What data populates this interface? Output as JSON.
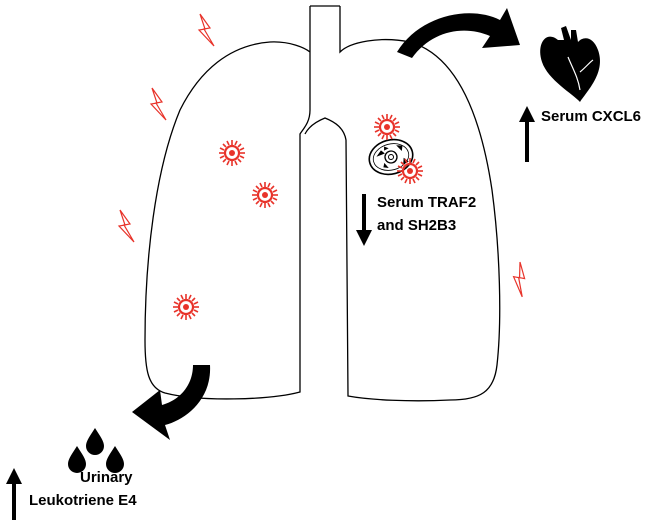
{
  "colors": {
    "outline": "#000000",
    "pathogen": "#e8332a",
    "arrow": "#000000"
  },
  "labels": {
    "serum_cxcl6": "Serum CXCL6",
    "serum_traf2_line1": "Serum TRAF2",
    "serum_traf2_line2": "and SH2B3",
    "urinary_line1": "Urinary",
    "urinary_line2": "Leukotriene E4"
  },
  "indicators": {
    "cxcl6": "up",
    "traf2_sh2b3": "down",
    "leukotriene": "up"
  },
  "icons": [
    "lungs",
    "heart-icon",
    "virus-icon",
    "immune-cell-icon",
    "lightning-icon",
    "droplets-icon",
    "curved-arrow-icon"
  ]
}
